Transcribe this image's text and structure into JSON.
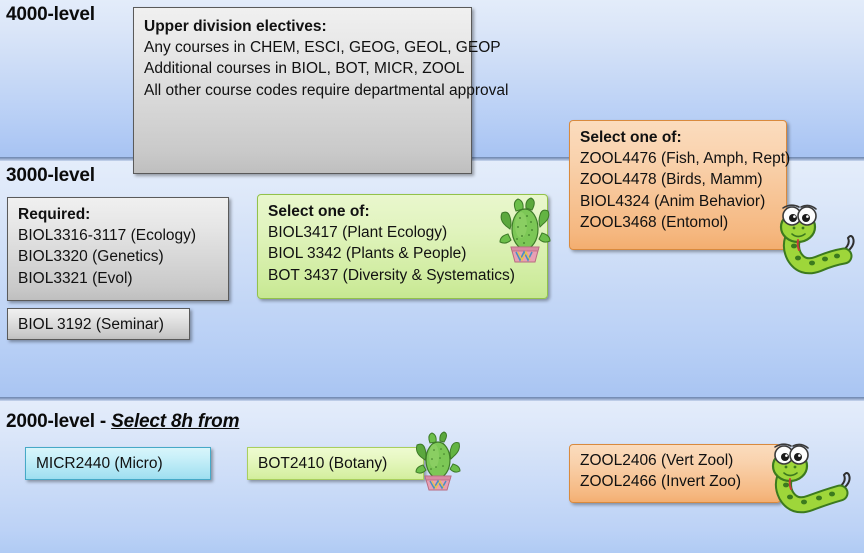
{
  "diagram": {
    "title": "Biology program course level flowchart",
    "bands": [
      {
        "name": "4000-level band"
      },
      {
        "name": "3000-level band"
      },
      {
        "name": "2000-level band"
      }
    ]
  },
  "levels": {
    "four_thousand": "4000-level",
    "three_thousand": "3000-level",
    "two_thousand_prefix": "2000-level - ",
    "two_thousand_emphasis": "Select 8h from"
  },
  "boxes": {
    "upper_division": {
      "header": "Upper division electives:",
      "lines": [
        "Any courses in CHEM, ESCI, GEOG, GEOL, GEOP",
        "Additional courses in BIOL, BOT, MICR, ZOOL",
        "All other course codes require departmental approval"
      ],
      "color": "#e6e6e6"
    },
    "zool_4000": {
      "header": "Select one of:",
      "lines": [
        "ZOOL4476 (Fish, Amph, Rept)",
        "ZOOL4478 (Birds, Mamm)",
        "BIOL4324 (Anim Behavior)",
        "ZOOL3468 (Entomol)"
      ],
      "color": "#f9d2ad"
    },
    "required_3000": {
      "header": "Required:",
      "lines": [
        "BIOL3316-3117 (Ecology)",
        "BIOL3320 (Genetics)",
        "BIOL3321 (Evol)"
      ],
      "color": "#c9c9c9"
    },
    "seminar": {
      "lines": [
        "BIOL 3192 (Seminar)"
      ],
      "color": "#c9c9c9"
    },
    "plants_3000": {
      "header": "Select one of:",
      "lines": [
        "BIOL3417 (Plant Ecology)",
        "BIOL 3342 (Plants & People)",
        "BOT 3437 (Diversity & Systematics)"
      ],
      "color": "#cdeb9b"
    },
    "micr_2000": {
      "lines": [
        "MICR2440 (Micro)"
      ],
      "color": "#a6e2f2"
    },
    "bot_2000": {
      "lines": [
        "BOT2410 (Botany)"
      ],
      "color": "#d7f0a4"
    },
    "zool_2000": {
      "lines": [
        "ZOOL2406 (Vert Zool)",
        "ZOOL2466 (Invert Zoo)"
      ],
      "color": "#f5b77f"
    }
  },
  "art": {
    "cactus_3000": "cactus-illustration",
    "cactus_2000": "cactus-illustration",
    "snake_4000": "snake-illustration",
    "snake_2000": "snake-illustration"
  }
}
